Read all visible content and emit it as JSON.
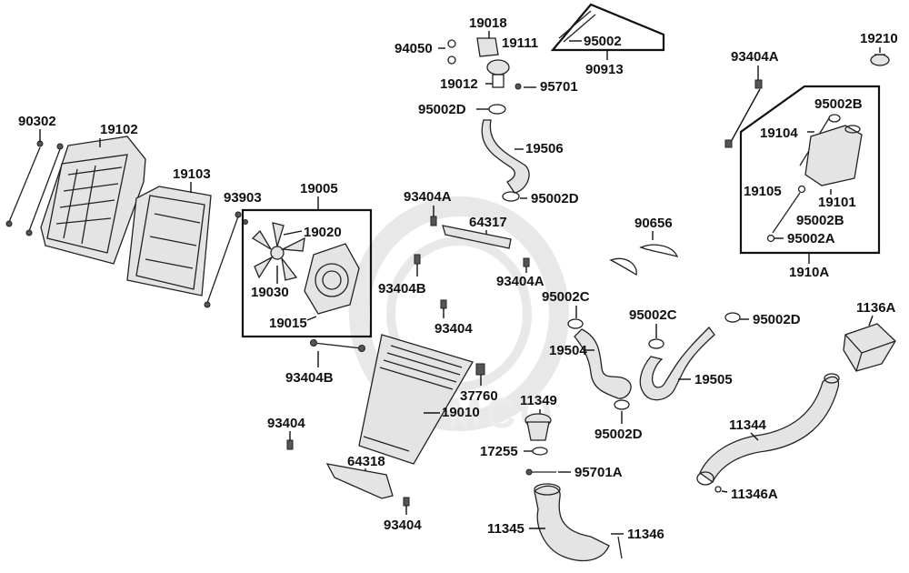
{
  "watermark": "KYMCO",
  "colors": {
    "ink": "#111111",
    "watermark": "#e8e8e8",
    "part_fill": "#e4e4e4"
  },
  "labels": {
    "p90302": "90302",
    "p19102": "19102",
    "p19103": "19103",
    "p93903": "93903",
    "p19005": "19005",
    "p19020": "19020",
    "p19030": "19030",
    "p19015": "19015",
    "p93404B_1": "93404B",
    "p93404_1": "93404",
    "p64318": "64318",
    "p93404_2": "93404",
    "p93404A_1": "93404A",
    "p64317": "64317",
    "p93404B_2": "93404B",
    "p93404A_2": "93404A",
    "p93404_3": "93404",
    "p37760": "37760",
    "p19010": "19010",
    "p19018": "19018",
    "p94050": "94050",
    "p19111": "19111",
    "p19012": "19012",
    "p95701": "95701",
    "p95002D_1": "95002D",
    "p19506": "19506",
    "p95002D_2": "95002D",
    "p95002": "95002",
    "p90913": "90913",
    "p90656": "90656",
    "p95002C_1": "95002C",
    "p19504": "19504",
    "p95002D_3": "95002D",
    "p95002C_2": "95002C",
    "p19505": "19505",
    "p95002D_4": "95002D",
    "p11349": "11349",
    "p17255": "17255",
    "p95701A": "95701A",
    "p11345": "11345",
    "p11346": "11346",
    "p93404A_3": "93404A",
    "p95002B_1": "95002B",
    "p19104": "19104",
    "p19105": "19105",
    "p19101": "19101",
    "p95002B_2": "95002B",
    "p95002A": "95002A",
    "p1910A": "1910A",
    "p19210": "19210",
    "p1136A": "1136A",
    "p11344": "11344",
    "p11346A": "11346A"
  }
}
